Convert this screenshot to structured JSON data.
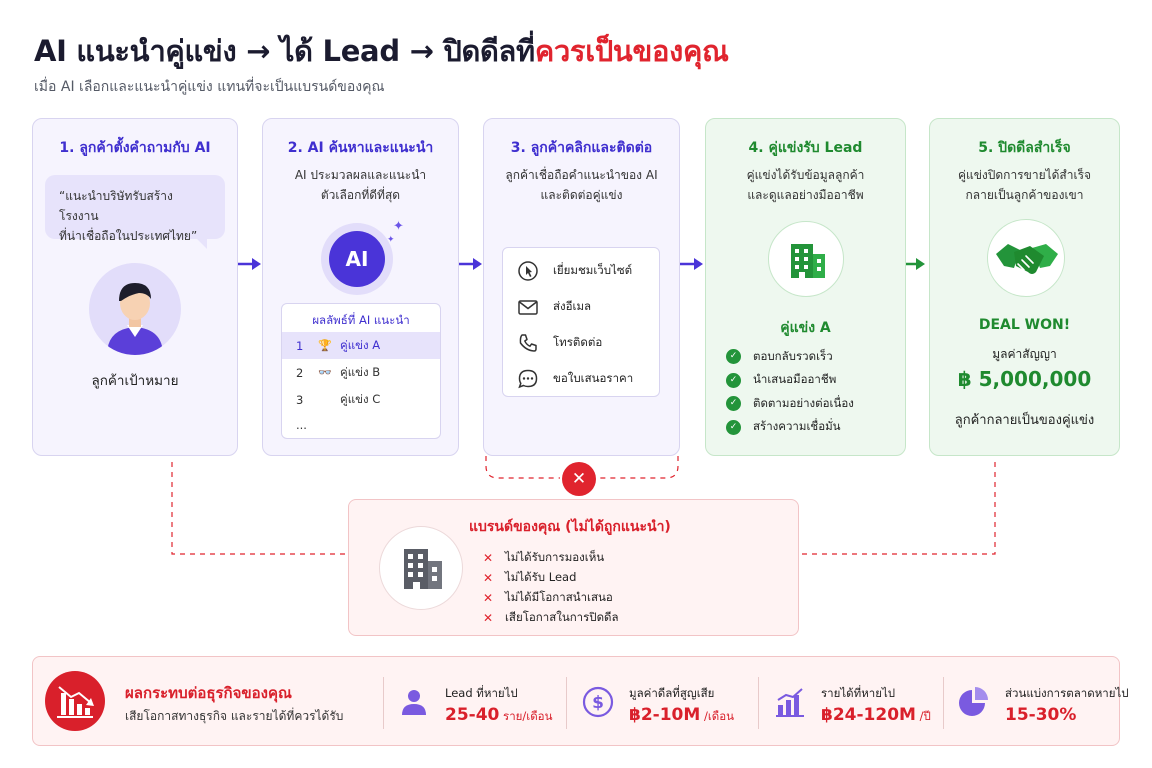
{
  "title": {
    "main": "AI แนะนำคู่แข่ง → ได้ Lead → ปิดดีลที่",
    "highlight": "ควรเป็นของคุณ"
  },
  "subtitle": "เมื่อ AI เลือกและแนะนำคู่แข่ง แทนที่จะเป็นแบรนด์ของคุณ",
  "steps": {
    "s1": {
      "title": "1. ลูกค้าตั้งคำถามกับ AI",
      "bubble_line1": "“แนะนำบริษัทรับสร้างโรงงาน",
      "bubble_line2": "ที่น่าเชื่อถือในประเทศไทย”",
      "avatar_label": "ลูกค้าเป้าหมาย"
    },
    "s2": {
      "title": "2. AI ค้นหาและแนะนำ",
      "desc_line1": "AI ประมวลผลและแนะนำ",
      "desc_line2": "ตัวเลือกที่ดีที่สุด",
      "ai_label": "AI",
      "results_title": "ผลลัพธ์ที่ AI แนะนำ",
      "results": [
        {
          "num": "1",
          "icon": "🏆",
          "label": "คู่แข่ง A"
        },
        {
          "num": "2",
          "icon": "👓",
          "label": "คู่แข่ง B"
        },
        {
          "num": "3",
          "icon": "",
          "label": "คู่แข่ง C"
        },
        {
          "num": "...",
          "icon": "",
          "label": ""
        }
      ]
    },
    "s3": {
      "title": "3. ลูกค้าคลิกและติดต่อ",
      "desc_line1": "ลูกค้าเชื่อถือคำแนะนำของ AI",
      "desc_line2": "และติดต่อคู่แข่ง",
      "contacts": [
        {
          "icon": "click-icon",
          "label": "เยี่ยมชมเว็บไซต์"
        },
        {
          "icon": "mail-icon",
          "label": "ส่งอีเมล"
        },
        {
          "icon": "phone-icon",
          "label": "โทรติดต่อ"
        },
        {
          "icon": "chat-icon",
          "label": "ขอใบเสนอราคา"
        }
      ]
    },
    "s4": {
      "title": "4. คู่แข่งรับ Lead",
      "desc_line1": "คู่แข่งได้รับข้อมูลลูกค้า",
      "desc_line2": "และดูแลอย่างมืออาชีพ",
      "competitor": "คู่แข่ง A",
      "checks": [
        "ตอบกลับรวดเร็ว",
        "นำเสนอมืออาชีพ",
        "ติดตามอย่างต่อเนื่อง",
        "สร้างความเชื่อมั่น"
      ]
    },
    "s5": {
      "title": "5. ปิดดีลสำเร็จ",
      "desc_line1": "คู่แข่งปิดการขายได้สำเร็จ",
      "desc_line2": "กลายเป็นลูกค้าของเขา",
      "deal_won": "DEAL WON!",
      "value_label": "มูลค่าสัญญา",
      "value": "฿ 5,000,000",
      "footer": "ลูกค้ากลายเป็นของคู่แข่ง"
    }
  },
  "brand": {
    "title": "แบรนด์ของคุณ (ไม่ได้ถูกแนะนำ)",
    "items": [
      "ไม่ได้รับการมองเห็น",
      "ไม่ได้รับ Lead",
      "ไม่ได้มีโอกาสนำเสนอ",
      "เสียโอกาสในการปิดดีล"
    ]
  },
  "impact": {
    "title": "ผลกระทบต่อธุรกิจของคุณ",
    "subtitle": "เสียโอกาสทางธุรกิจ และรายได้ที่ควรได้รับ",
    "stats": [
      {
        "icon": "person-icon",
        "label": "Lead ที่หายไป",
        "value": "25-40",
        "unit": " ราย/เดือน"
      },
      {
        "icon": "dollar-icon",
        "label": "มูลค่าดีลที่สูญเสีย",
        "value": "฿2-10M",
        "unit": " /เดือน"
      },
      {
        "icon": "bar-chart-icon",
        "label": "รายได้ที่หายไป",
        "value": "฿24-120M",
        "unit": " /ปี"
      },
      {
        "icon": "pie-chart-icon",
        "label": "ส่วนแบ่งการตลาดหายไป",
        "value": "15-30%",
        "unit": ""
      }
    ]
  },
  "colors": {
    "purple": "#4a34d8",
    "green": "#23943a",
    "red": "#e0242e"
  }
}
